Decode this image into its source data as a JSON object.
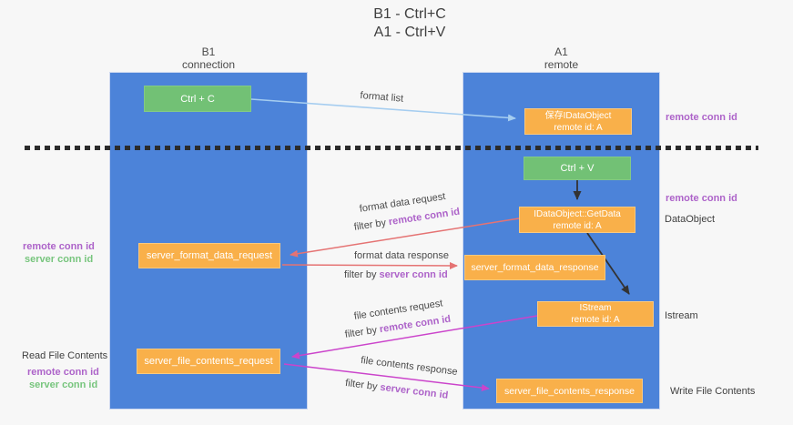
{
  "title": {
    "line1": "B1 - Ctrl+C",
    "line2": "A1 - Ctrl+V"
  },
  "columns": {
    "left": {
      "name": "B1",
      "subtitle": "connection"
    },
    "right": {
      "name": "A1",
      "subtitle": "remote"
    }
  },
  "boxes": {
    "ctrl_c": {
      "label": "Ctrl + C"
    },
    "save_dataobject": {
      "line1": "保存IDataObject",
      "line2": "remote id: A"
    },
    "ctrl_v": {
      "label": "Ctrl + V"
    },
    "getdata": {
      "line1": "IDataObject::GetData",
      "line2": "remote id: A"
    },
    "format_request": {
      "label": "server_format_data_request"
    },
    "format_response": {
      "label": "server_format_data_response"
    },
    "istream": {
      "line1": "IStream",
      "line2": "remote id: A"
    },
    "file_request": {
      "label": "server_file_contents_request"
    },
    "file_response": {
      "label": "server_file_contents_response"
    }
  },
  "arrow_labels": {
    "format_list": "format list",
    "format_data_request": "format data request",
    "format_data_response": "format data response",
    "file_contents_request": "file contents request",
    "file_contents_response": "file contents response",
    "filter_by": "filter by ",
    "remote_conn_id": "remote conn id",
    "server_conn_id": "server conn id"
  },
  "side_labels": {
    "right_remote_conn_id_top": "remote conn id",
    "right_remote_conn_id_mid": "remote conn id",
    "dataobject": "DataObject",
    "istream": "Istream",
    "write_file_contents": "Write File Contents",
    "left_remote_conn_id_top": "remote conn id",
    "left_server_conn_id_top": "server conn id",
    "read_file_contents": "Read File Contents",
    "left_remote_conn_id_bottom": "remote conn id",
    "left_server_conn_id_bottom": "server conn id"
  },
  "colors": {
    "column_blue": "#4c83d9",
    "box_orange": "#f9b04a",
    "box_green": "#72c175",
    "purple_text": "#ad63c9",
    "green_text": "#77c57d",
    "red_arrow": "#e57373",
    "magenta_arrow": "#cb44cb",
    "lightblue_arrow": "#a5cdf0",
    "black_arrow": "#333333",
    "dash_line": "#2b2b2b"
  }
}
